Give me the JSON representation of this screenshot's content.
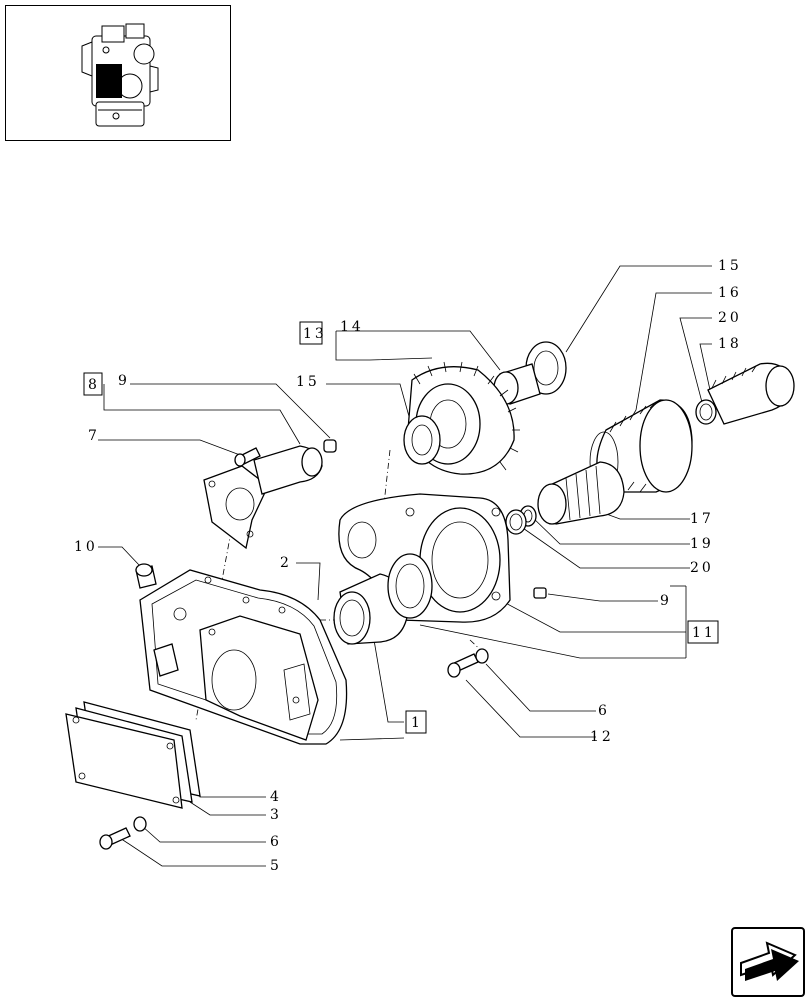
{
  "callouts": {
    "c15a": "15",
    "c16": "16",
    "c20a": "20",
    "c18": "18",
    "c13": "13",
    "c14": "14",
    "c8": "8",
    "c9a": "9",
    "c15b": "15",
    "c7": "7",
    "c10": "10",
    "c2": "2",
    "c17": "17",
    "c19": "19",
    "c20b": "20",
    "c9b": "9",
    "c11": "11",
    "c6a": "6",
    "c12": "12",
    "c1": "1",
    "c4": "4",
    "c3": "3",
    "c6b": "6",
    "c5": "5"
  },
  "icons": {
    "engine_thumbnail": "engine-locator-icon",
    "navigation": "next-page-arrow-icon"
  }
}
